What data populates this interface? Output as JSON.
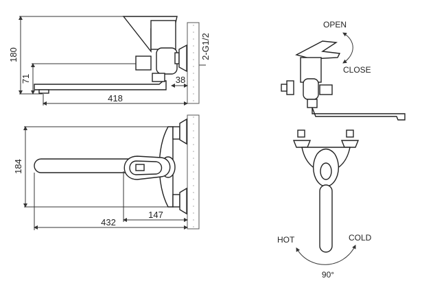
{
  "side_view": {
    "height_total": "180",
    "spout_height": "71",
    "wall_offset": "38",
    "spout_reach": "418",
    "connection": "2-G1/2"
  },
  "top_view": {
    "width_total": "184",
    "handle_offset": "147",
    "total_reach": "432"
  },
  "lever_view": {
    "open_label": "OPEN",
    "close_label": "CLOSE"
  },
  "rotation_view": {
    "hot_label": "HOT",
    "cold_label": "COLD",
    "angle_label": "90°"
  }
}
